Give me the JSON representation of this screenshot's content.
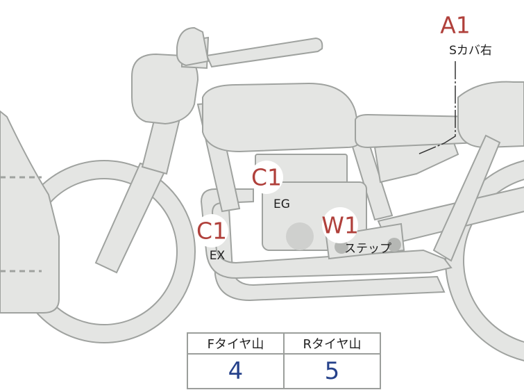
{
  "diagram": {
    "markers": [
      {
        "id": "a1",
        "code": "A1",
        "label": "Sカバ右"
      },
      {
        "id": "c1-eg",
        "code": "C1",
        "label": "EG"
      },
      {
        "id": "c1-ex",
        "code": "C1",
        "label": "EX"
      },
      {
        "id": "w1",
        "code": "W1",
        "label": "ステップ"
      }
    ]
  },
  "tire_table": {
    "headers": [
      "Fタイヤ山",
      "Rタイヤ山"
    ],
    "values": [
      "4",
      "5"
    ]
  },
  "colors": {
    "part_fill": "#e4e5e3",
    "part_outline": "#9fa29f",
    "marker_code": "#b0403b",
    "table_value": "#26428b",
    "table_border": "#9b9e9b"
  }
}
